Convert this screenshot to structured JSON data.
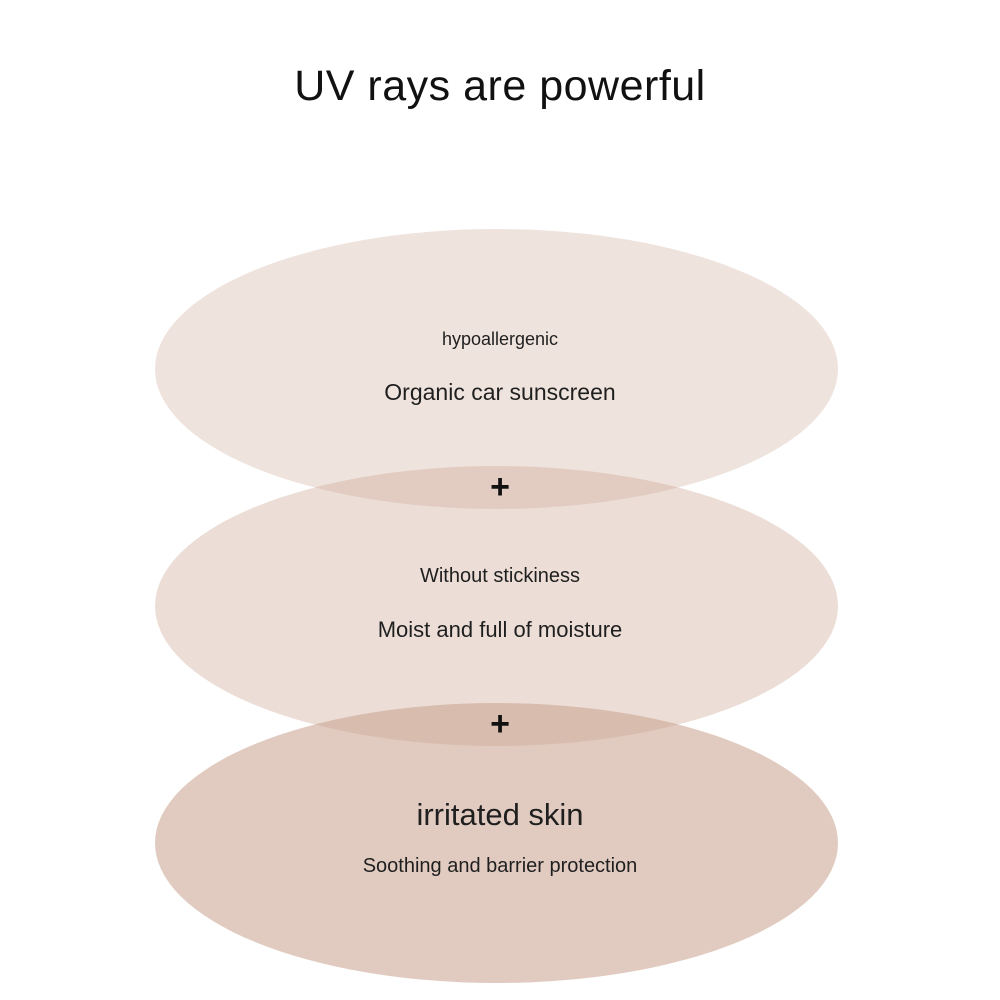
{
  "title": "UV rays are powerful",
  "layers": [
    {
      "line1": "hypoallergenic",
      "line2": "Organic car sunscreen"
    },
    {
      "line1": "Without stickiness",
      "line2": "Moist and full of moisture"
    },
    {
      "line1": "irritated skin",
      "line2": "Soothing and barrier protection"
    }
  ],
  "connector": "+",
  "colors": {
    "layer1": "#efe4dd",
    "layer2": "#ecded5",
    "layer3": "#e2cabd",
    "text": "#1f1f1f"
  }
}
